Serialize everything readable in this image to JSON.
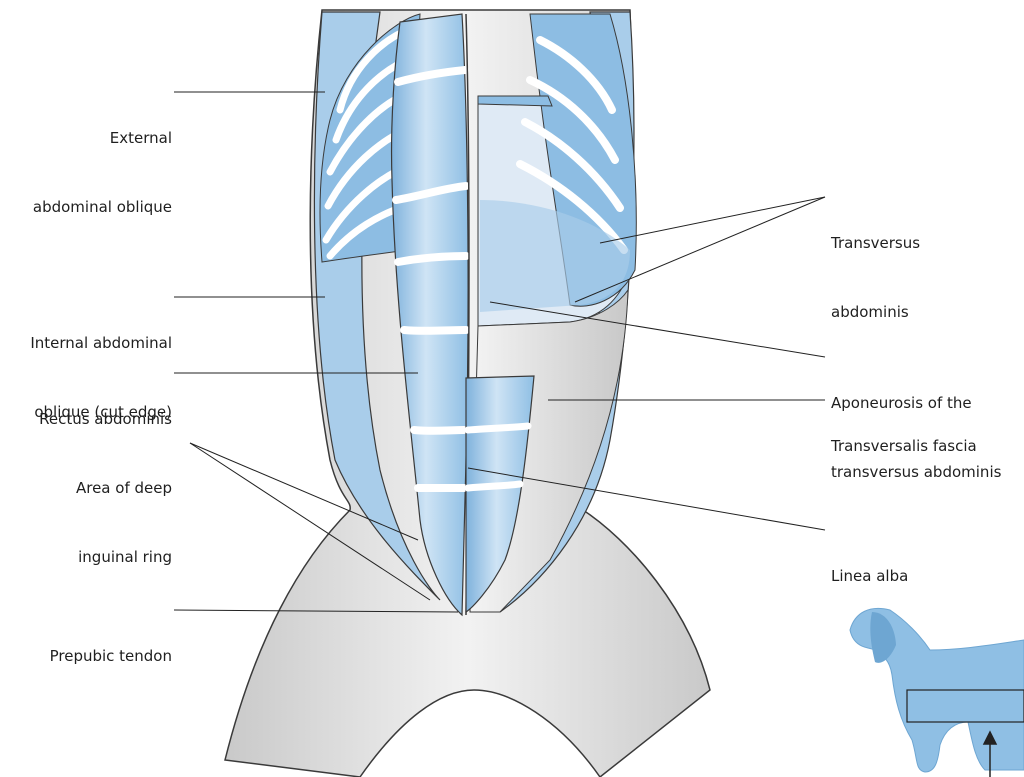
{
  "labels": {
    "external_oblique": {
      "line1": "External",
      "line2": "abdominal oblique"
    },
    "internal_oblique": {
      "line1": "Internal abdominal",
      "line2": "oblique (cut edge)"
    },
    "rectus": {
      "line1": "Rectus abdominis"
    },
    "deep_inguinal": {
      "line1": "Area of deep",
      "line2": "inguinal ring"
    },
    "prepubic": {
      "line1": "Prepubic tendon"
    },
    "transversus": {
      "line1": "Transversus",
      "line2": "abdominis"
    },
    "aponeurosis": {
      "line1": "Aponeurosis of the",
      "line2": "transversus abdominis"
    },
    "transversalis": {
      "line1": "Transversalis fascia"
    },
    "linea_alba": {
      "line1": "Linea alba"
    }
  },
  "colors": {
    "muscle_blue": "#a9cdea",
    "muscle_blue_dark": "#7fb2dc",
    "fascia_grey": "#d9d9d9",
    "outline": "#3a3a3a",
    "dog_blue": "#8fbfe4"
  }
}
